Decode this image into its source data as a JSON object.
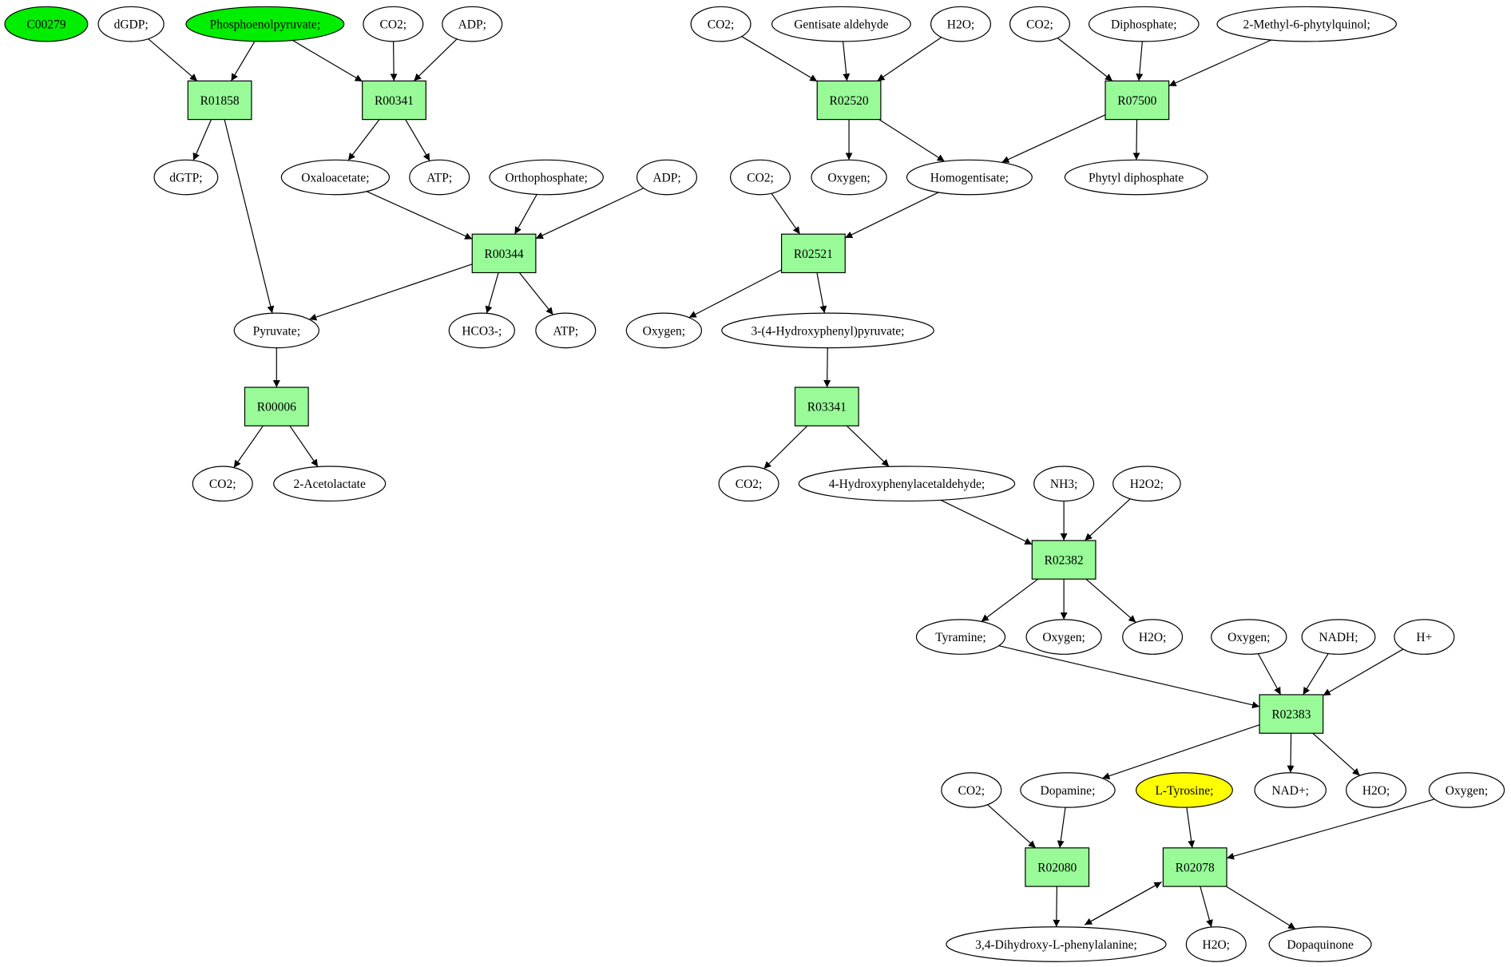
{
  "colors": {
    "reaction_fill": "#98fb98",
    "compound_fill": "#ffffff",
    "highlight_green": "#00ee00",
    "highlight_yellow": "#ffff00"
  },
  "compounds": [
    {
      "id": "c_C00279",
      "label": "C00279",
      "fill": "highlight_green"
    },
    {
      "id": "c_dGDP",
      "label": "dGDP;"
    },
    {
      "id": "c_PEP",
      "label": "Phosphoenolpyruvate;",
      "fill": "highlight_green"
    },
    {
      "id": "c_CO2_a",
      "label": "CO2;"
    },
    {
      "id": "c_ADP_a",
      "label": "ADP;"
    },
    {
      "id": "c_dGTP",
      "label": "dGTP;"
    },
    {
      "id": "c_Oxaloacetate",
      "label": "Oxaloacetate;"
    },
    {
      "id": "c_ATP_a",
      "label": "ATP;"
    },
    {
      "id": "c_Orthophosphate",
      "label": "Orthophosphate;"
    },
    {
      "id": "c_ADP_b",
      "label": "ADP;"
    },
    {
      "id": "c_Pyruvate",
      "label": "Pyruvate;"
    },
    {
      "id": "c_HCO3",
      "label": "HCO3-;"
    },
    {
      "id": "c_ATP_b",
      "label": "ATP;"
    },
    {
      "id": "c_CO2_b",
      "label": "CO2;"
    },
    {
      "id": "c_Acetolactate",
      "label": "2-Acetolactate"
    },
    {
      "id": "c_CO2_c",
      "label": "CO2;"
    },
    {
      "id": "c_Gentisate",
      "label": "Gentisate aldehyde"
    },
    {
      "id": "c_H2O_a",
      "label": "H2O;"
    },
    {
      "id": "c_CO2_d",
      "label": "CO2;"
    },
    {
      "id": "c_Diphosphate",
      "label": "Diphosphate;"
    },
    {
      "id": "c_MPQ",
      "label": "2-Methyl-6-phytylquinol;"
    },
    {
      "id": "c_Oxygen_a",
      "label": "Oxygen;"
    },
    {
      "id": "c_Homogentisate",
      "label": "Homogentisate;"
    },
    {
      "id": "c_PhytylPP",
      "label": "Phytyl diphosphate"
    },
    {
      "id": "c_CO2_e",
      "label": "CO2;"
    },
    {
      "id": "c_Oxygen_b",
      "label": "Oxygen;"
    },
    {
      "id": "c_HPP",
      "label": "3-(4-Hydroxyphenyl)pyruvate;"
    },
    {
      "id": "c_CO2_f",
      "label": "CO2;"
    },
    {
      "id": "c_HPA",
      "label": "4-Hydroxyphenylacetaldehyde;"
    },
    {
      "id": "c_NH3",
      "label": "NH3;"
    },
    {
      "id": "c_H2O2",
      "label": "H2O2;"
    },
    {
      "id": "c_Tyramine",
      "label": "Tyramine;"
    },
    {
      "id": "c_Oxygen_c",
      "label": "Oxygen;"
    },
    {
      "id": "c_H2O_b",
      "label": "H2O;"
    },
    {
      "id": "c_Oxygen_d",
      "label": "Oxygen;"
    },
    {
      "id": "c_NADH",
      "label": "NADH;"
    },
    {
      "id": "c_Hplus",
      "label": "H+"
    },
    {
      "id": "c_CO2_g",
      "label": "CO2;"
    },
    {
      "id": "c_Dopamine",
      "label": "Dopamine;"
    },
    {
      "id": "c_Tyrosine",
      "label": "L-Tyrosine;",
      "fill": "highlight_yellow"
    },
    {
      "id": "c_NAD",
      "label": "NAD+;"
    },
    {
      "id": "c_H2O_c",
      "label": "H2O;"
    },
    {
      "id": "c_Oxygen_e",
      "label": "Oxygen;"
    },
    {
      "id": "c_DOPA",
      "label": "3,4-Dihydroxy-L-phenylalanine;"
    },
    {
      "id": "c_H2O_d",
      "label": "H2O;"
    },
    {
      "id": "c_Dopaquinone",
      "label": "Dopaquinone"
    }
  ],
  "reactions": [
    {
      "id": "r_R01858",
      "label": "R01858"
    },
    {
      "id": "r_R00341",
      "label": "R00341"
    },
    {
      "id": "r_R00344",
      "label": "R00344"
    },
    {
      "id": "r_R00006",
      "label": "R00006"
    },
    {
      "id": "r_R02520",
      "label": "R02520"
    },
    {
      "id": "r_R07500",
      "label": "R07500"
    },
    {
      "id": "r_R02521",
      "label": "R02521"
    },
    {
      "id": "r_R03341",
      "label": "R03341"
    },
    {
      "id": "r_R02382",
      "label": "R02382"
    },
    {
      "id": "r_R02383",
      "label": "R02383"
    },
    {
      "id": "r_R02080",
      "label": "R02080"
    },
    {
      "id": "r_R02078",
      "label": "R02078"
    }
  ],
  "edges": [
    [
      "c_dGDP",
      "r_R01858"
    ],
    [
      "c_PEP",
      "r_R01858"
    ],
    [
      "r_R01858",
      "c_dGTP"
    ],
    [
      "r_R01858",
      "c_Pyruvate"
    ],
    [
      "c_PEP",
      "r_R00341"
    ],
    [
      "c_CO2_a",
      "r_R00341"
    ],
    [
      "c_ADP_a",
      "r_R00341"
    ],
    [
      "r_R00341",
      "c_Oxaloacetate"
    ],
    [
      "r_R00341",
      "c_ATP_a"
    ],
    [
      "c_Oxaloacetate",
      "r_R00344"
    ],
    [
      "c_Orthophosphate",
      "r_R00344"
    ],
    [
      "c_ADP_b",
      "r_R00344"
    ],
    [
      "r_R00344",
      "c_Pyruvate"
    ],
    [
      "r_R00344",
      "c_HCO3"
    ],
    [
      "r_R00344",
      "c_ATP_b"
    ],
    [
      "c_Pyruvate",
      "r_R00006"
    ],
    [
      "r_R00006",
      "c_CO2_b"
    ],
    [
      "r_R00006",
      "c_Acetolactate"
    ],
    [
      "c_CO2_c",
      "r_R02520"
    ],
    [
      "c_Gentisate",
      "r_R02520"
    ],
    [
      "c_H2O_a",
      "r_R02520"
    ],
    [
      "r_R02520",
      "c_Oxygen_a"
    ],
    [
      "r_R02520",
      "c_Homogentisate"
    ],
    [
      "c_CO2_d",
      "r_R07500"
    ],
    [
      "c_Diphosphate",
      "r_R07500"
    ],
    [
      "c_MPQ",
      "r_R07500"
    ],
    [
      "r_R07500",
      "c_Homogentisate"
    ],
    [
      "r_R07500",
      "c_PhytylPP"
    ],
    [
      "c_CO2_e",
      "r_R02521"
    ],
    [
      "c_Homogentisate",
      "r_R02521"
    ],
    [
      "r_R02521",
      "c_Oxygen_b"
    ],
    [
      "r_R02521",
      "c_HPP"
    ],
    [
      "c_HPP",
      "r_R03341"
    ],
    [
      "r_R03341",
      "c_CO2_f"
    ],
    [
      "r_R03341",
      "c_HPA"
    ],
    [
      "c_HPA",
      "r_R02382"
    ],
    [
      "c_NH3",
      "r_R02382"
    ],
    [
      "c_H2O2",
      "r_R02382"
    ],
    [
      "r_R02382",
      "c_Tyramine"
    ],
    [
      "r_R02382",
      "c_Oxygen_c"
    ],
    [
      "r_R02382",
      "c_H2O_b"
    ],
    [
      "c_Tyramine",
      "r_R02383"
    ],
    [
      "c_Oxygen_d",
      "r_R02383"
    ],
    [
      "c_NADH",
      "r_R02383"
    ],
    [
      "c_Hplus",
      "r_R02383"
    ],
    [
      "r_R02383",
      "c_Dopamine"
    ],
    [
      "r_R02383",
      "c_NAD"
    ],
    [
      "r_R02383",
      "c_H2O_c"
    ],
    [
      "c_CO2_g",
      "r_R02080"
    ],
    [
      "c_Dopamine",
      "r_R02080"
    ],
    [
      "r_R02080",
      "c_DOPA"
    ],
    [
      "c_Tyrosine",
      "r_R02078"
    ],
    [
      "c_Oxygen_e",
      "r_R02078"
    ],
    [
      "r_R02078",
      "c_DOPA"
    ],
    [
      "c_DOPA",
      "r_R02078"
    ],
    [
      "r_R02078",
      "c_H2O_d"
    ],
    [
      "r_R02078",
      "c_Dopaquinone"
    ]
  ]
}
